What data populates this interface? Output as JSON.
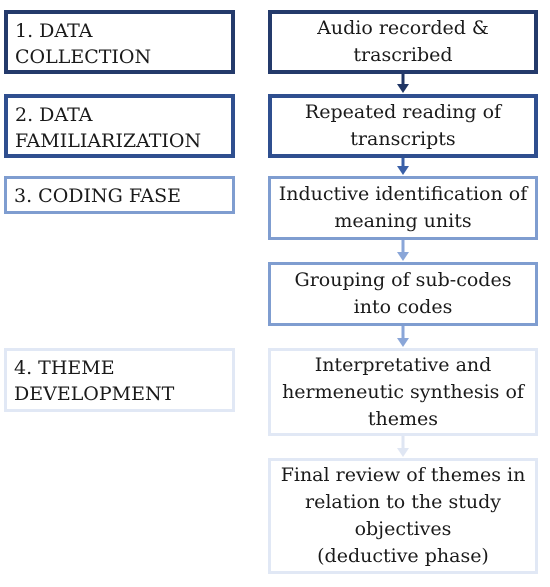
{
  "phases": [
    {
      "label": "1. DATA\nCOLLECTION"
    },
    {
      "label": "2. DATA\nFAMILIARIZATION"
    },
    {
      "label": "3. CODING FASE"
    },
    {
      "label": "4. THEME\nDEVELOPMENT"
    }
  ],
  "steps": [
    {
      "label": "Audio recorded &\ntrascribed"
    },
    {
      "label": "Repeated reading of\ntranscripts"
    },
    {
      "label": "Inductive identification of\nmeaning units"
    },
    {
      "label": "Grouping of sub-codes\ninto codes"
    },
    {
      "label": "Interpretative and\nhermeneutic synthesis of\nthemes"
    },
    {
      "label": "Final review of themes in\nrelation to the study\nobjectives\n(deductive phase)"
    }
  ],
  "colors": {
    "dark": "#243a6b",
    "mid": "#2f4f8f",
    "light": "#7f9dd0",
    "pale": "#e1e8f5",
    "arrow1": "#1f3564",
    "arrow2": "#3a60a8",
    "arrow3": "#8aa6d8",
    "arrow4": "#dfe6f3"
  }
}
